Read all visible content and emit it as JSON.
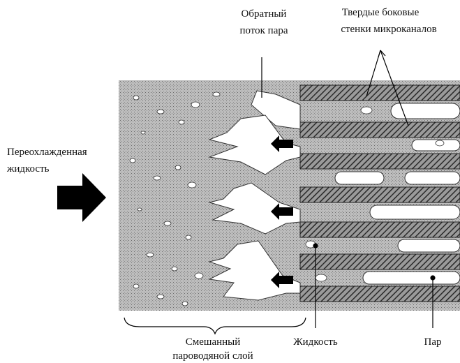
{
  "labels": {
    "backflow_line1": "Обратный",
    "backflow_line2": "поток пара",
    "walls_line1": "Твердые боковые",
    "walls_line2": "стенки микроканалов",
    "subcooled_line1": "Переохлажденная",
    "subcooled_line2": "жидкость",
    "mixed_line1": "Смешанный",
    "mixed_line2": "пароводяной слой",
    "liquid": "Жидкость",
    "vapor": "Пар"
  },
  "colors": {
    "mixture_fill": "#b9b9b9",
    "wall_hatch": "#4a4a4a",
    "vapor_fill": "#ffffff",
    "arrow": "#000000"
  }
}
